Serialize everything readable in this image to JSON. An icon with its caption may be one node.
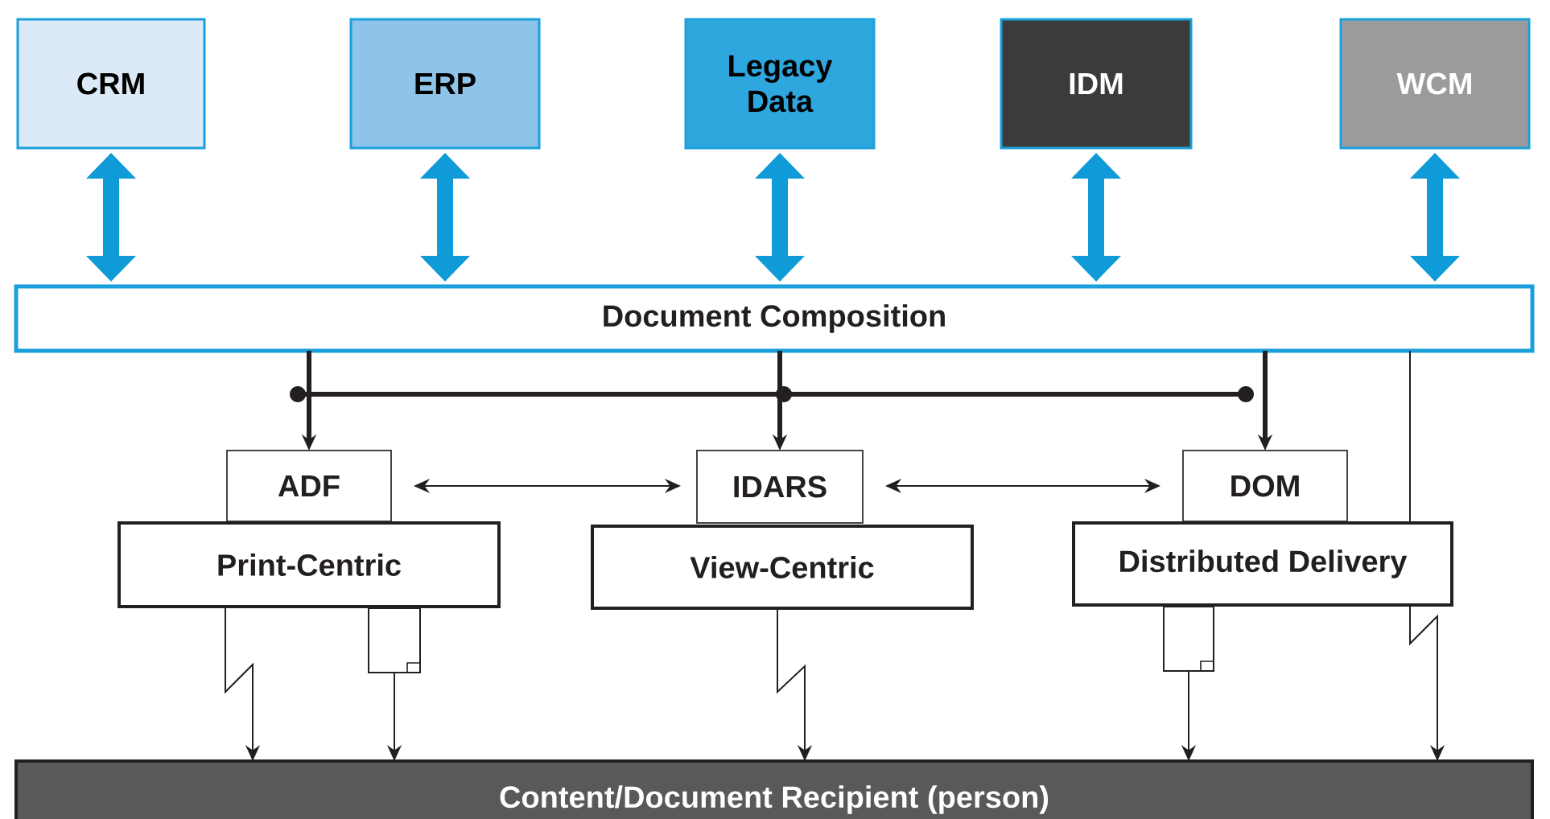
{
  "diagram": {
    "nodes": [
      {
        "text": [
          "CRM"
        ]
      },
      {
        "text": [
          "ERP"
        ]
      },
      {
        "text": [
          "Legacy Data"
        ]
      },
      {
        "text": [
          "IDM"
        ]
      },
      {
        "text": [
          "WCM"
        ]
      },
      {
        "text": [
          "Document Composition"
        ]
      },
      {
        "text": [
          "ADF"
        ]
      },
      {
        "text": [
          "Print-Centric"
        ]
      },
      {
        "text": [
          "IDARS"
        ]
      },
      {
        "text": [
          "View-Centric"
        ]
      },
      {
        "text": [
          "DOM"
        ]
      },
      {
        "text": [
          "Distributed Delivery"
        ]
      },
      {
        "text": [],
        "shape": "document"
      },
      {
        "text": [],
        "shape": "document"
      },
      {
        "text": [
          "Content/Document Recipient (person)"
        ]
      }
    ],
    "edges": [
      {
        "from": 0,
        "to": 5,
        "arrow": "both",
        "style": "thick",
        "color": "#0e9bd8"
      },
      {
        "from": 1,
        "to": 5,
        "arrow": "both",
        "style": "thick",
        "color": "#0e9bd8"
      },
      {
        "from": 2,
        "to": 5,
        "arrow": "both",
        "style": "thick",
        "color": "#0e9bd8"
      },
      {
        "from": 3,
        "to": 5,
        "arrow": "both",
        "style": "thick",
        "color": "#0e9bd8"
      },
      {
        "from": 4,
        "to": 5,
        "arrow": "both",
        "style": "thick",
        "color": "#0e9bd8"
      },
      {
        "from": 5,
        "to": 6,
        "arrow": "to",
        "style": "thick"
      },
      {
        "from": 5,
        "to": 8,
        "arrow": "to",
        "style": "thick"
      },
      {
        "from": 5,
        "to": 10,
        "arrow": "to",
        "style": "thick"
      },
      {
        "from": 6,
        "to": 8,
        "arrow": "both"
      },
      {
        "from": 8,
        "to": 10,
        "arrow": "both"
      },
      {
        "from": 5,
        "to": 11,
        "arrow": "none"
      },
      {
        "from": 7,
        "to": 14,
        "arrow": "to"
      },
      {
        "from": 12,
        "to": 14,
        "arrow": "to"
      },
      {
        "from": 9,
        "to": 14,
        "arrow": "to"
      },
      {
        "from": 11,
        "to": 14,
        "arrow": "to"
      },
      {
        "from": 13,
        "to": 14,
        "arrow": "to"
      }
    ]
  }
}
